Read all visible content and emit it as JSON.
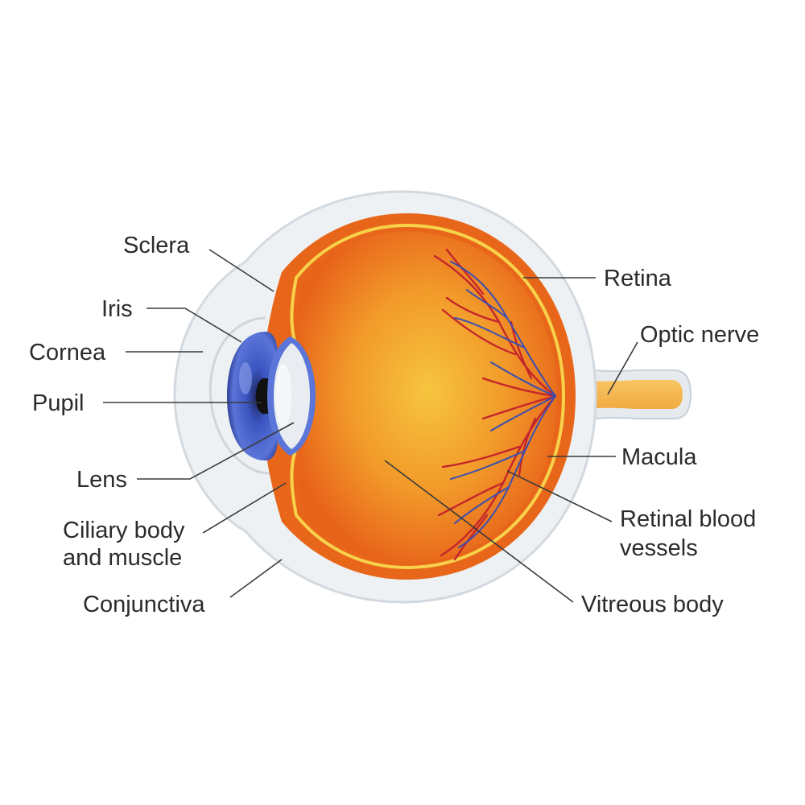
{
  "labels": {
    "sclera": "Sclera",
    "iris": "Iris",
    "cornea": "Cornea",
    "pupil": "Pupil",
    "lens": "Lens",
    "ciliary_line1": "Ciliary body",
    "ciliary_line2": "and muscle",
    "conjunctiva": "Conjunctiva",
    "retina": "Retina",
    "optic_nerve": "Optic nerve",
    "macula": "Macula",
    "vessels_line1": "Retinal blood",
    "vessels_line2": "vessels",
    "vitreous": "Vitreous body"
  },
  "colors": {
    "sclera_outer": "#dfe4e8",
    "sclera_fill": "#eef1f3",
    "vitreous_center": "#f6c13b",
    "vitreous_edge": "#ec6f14",
    "retina_line": "#f7d24a",
    "iris": "#3e57c4",
    "lens": "#e8ecf0",
    "vessel_red": "#c4262b",
    "vessel_blue": "#3a4fb0",
    "optic_nerve": "#f6b84a"
  }
}
